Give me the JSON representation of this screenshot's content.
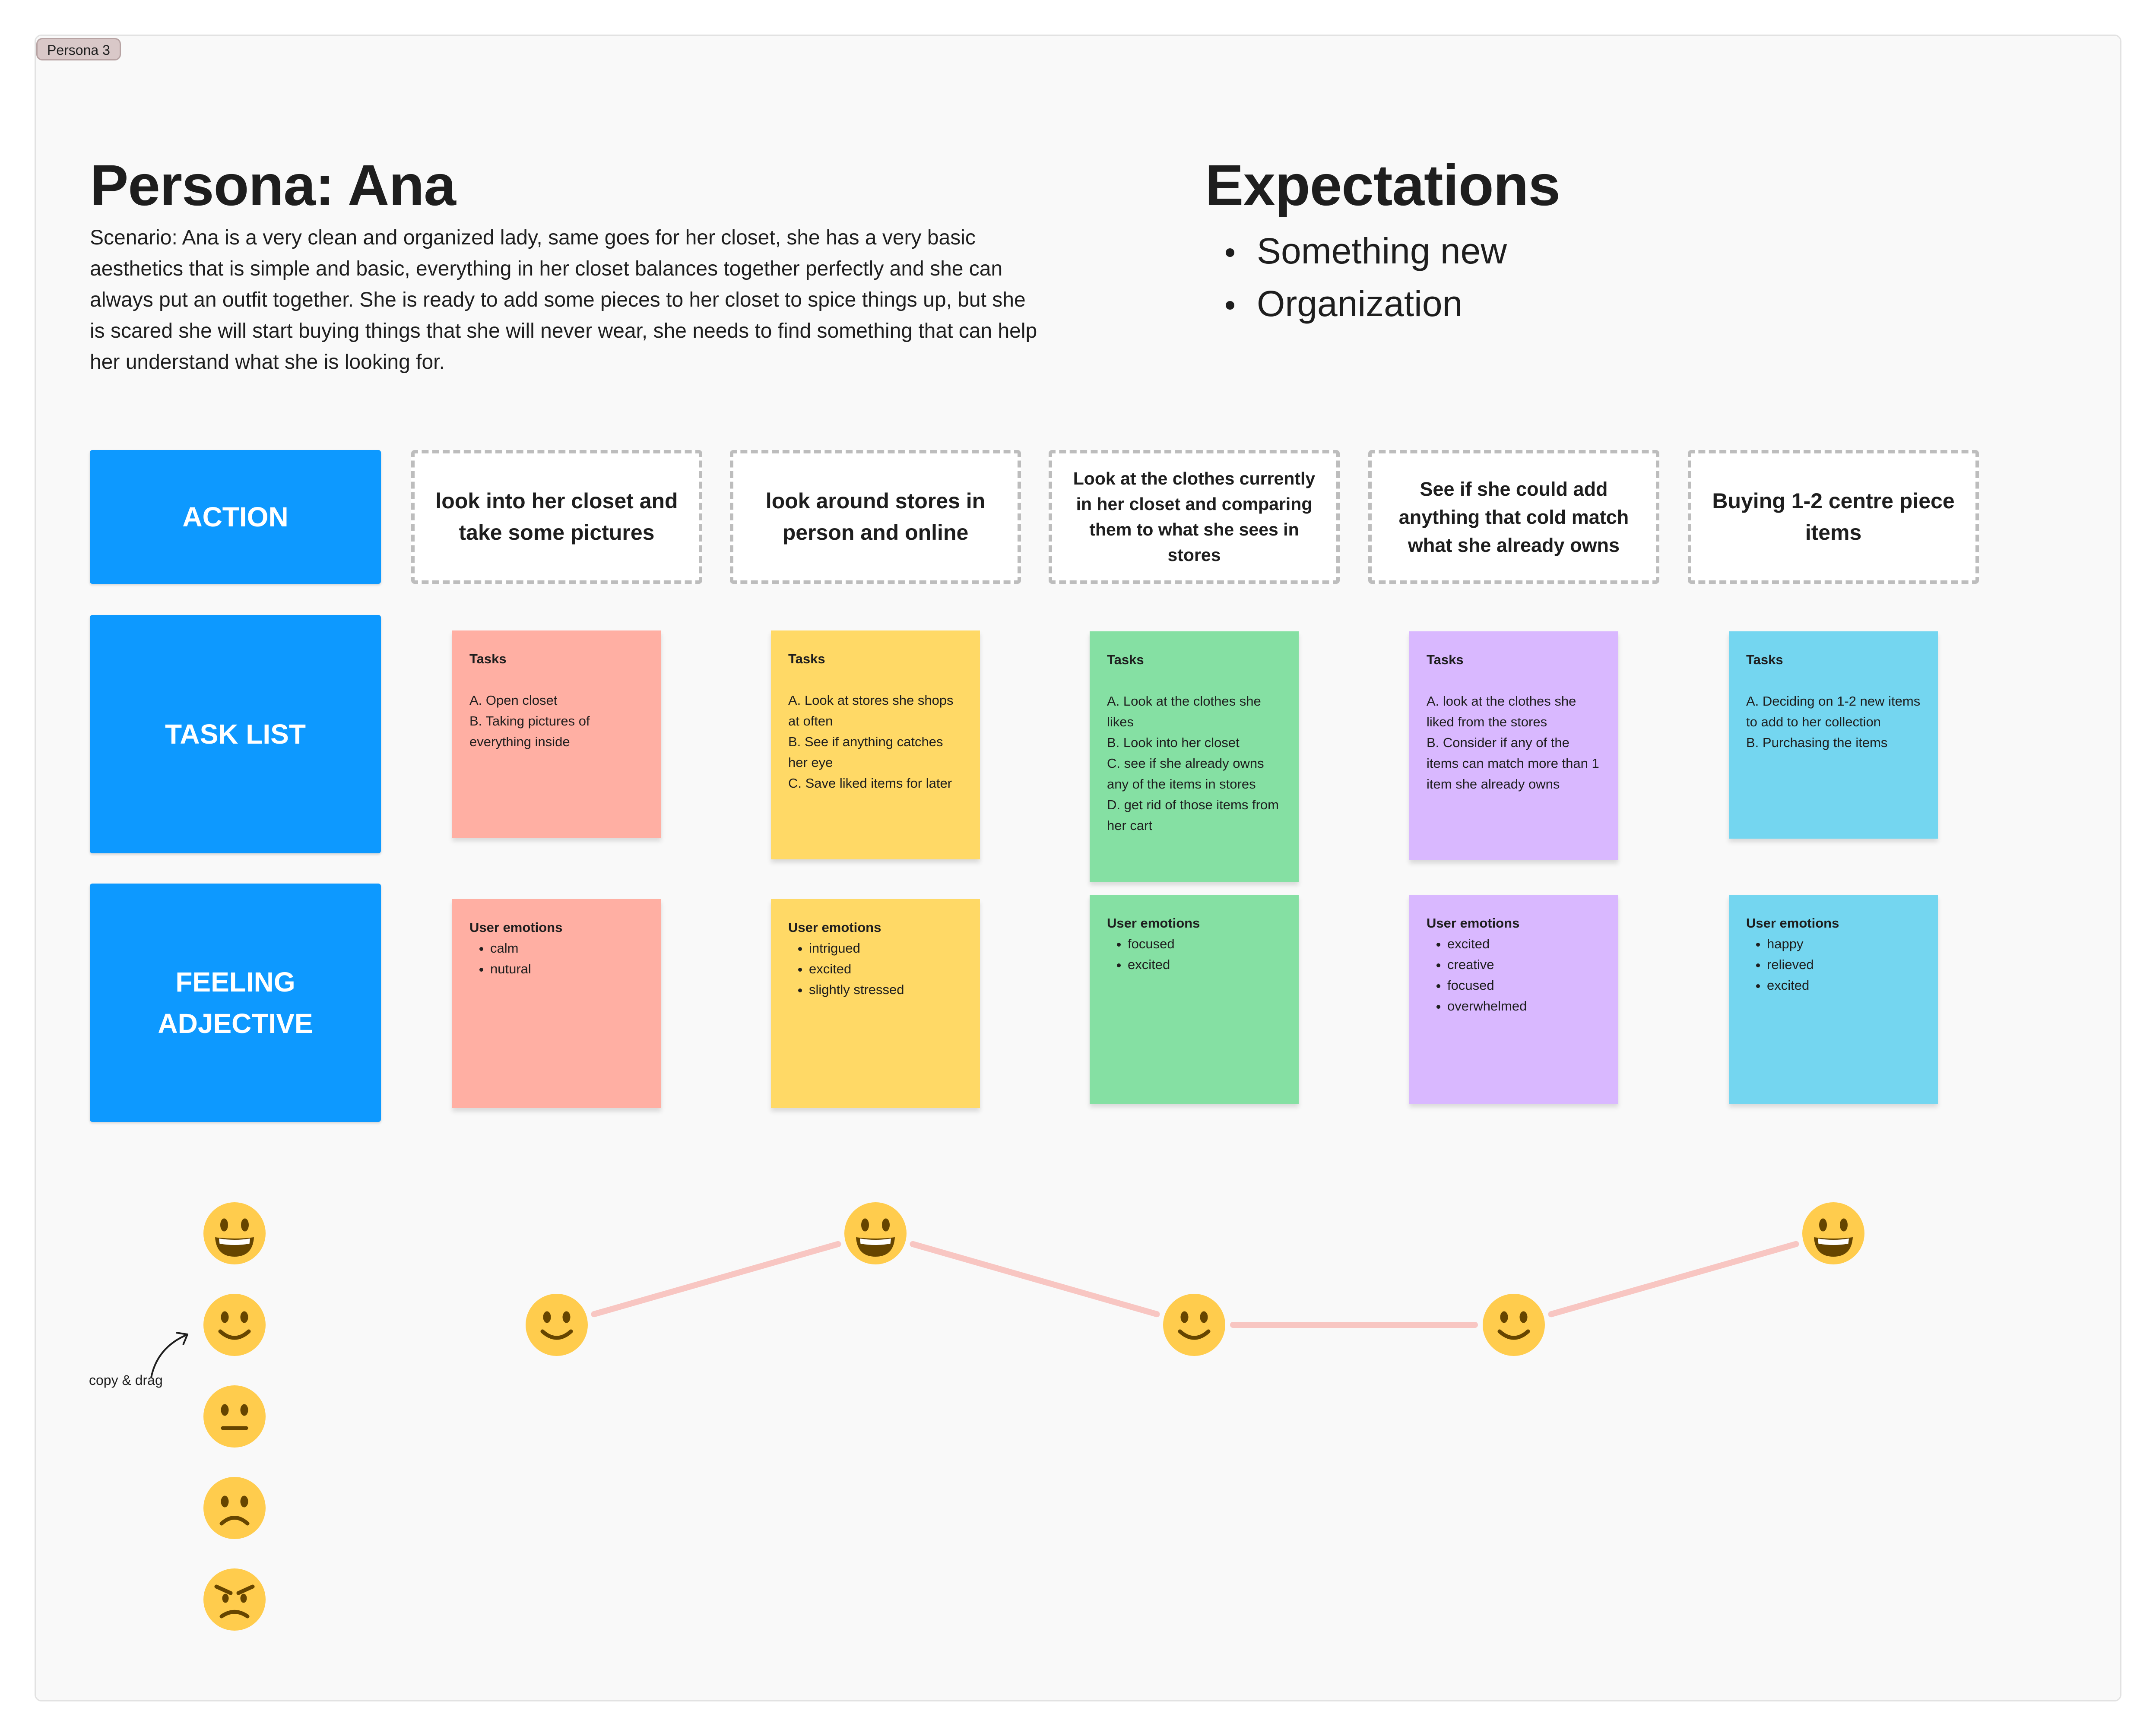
{
  "frame": {
    "label": "Persona 3"
  },
  "persona": {
    "title": "Persona: Ana",
    "scenario": "Scenario: Ana is a very clean and organized lady, same goes for her closet, she has a very basic aesthetics that is simple and basic, everything in her closet balances together perfectly and she can always put an outfit together. She is ready to add some pieces to her closet to spice things up, but she is scared she will start buying things that she will never wear, she needs to find something that can help her understand what she is looking for."
  },
  "expectations": {
    "title": "Expectations",
    "items": [
      "Something new",
      "Organization"
    ]
  },
  "rows": {
    "action": "ACTION",
    "task_list": "TASK LIST",
    "feeling": "FEELING ADJECTIVE"
  },
  "stages": [
    {
      "action": "look into her closet and take some pictures",
      "color": "#ffafa3",
      "tasks_title": "Tasks",
      "tasks": "A. Open closet\nB. Taking pictures of everything inside",
      "emotions_title": "User emotions",
      "emotions": [
        "calm",
        "nutural"
      ],
      "mood": "smile"
    },
    {
      "action": "look around stores in person and online",
      "color": "#ffd966",
      "tasks_title": "Tasks",
      "tasks": "A. Look at stores she shops at often\nB. See if anything catches her eye\nC. Save liked items for later",
      "emotions_title": "User emotions",
      "emotions": [
        "intrigued",
        "excited",
        "slightly stressed"
      ],
      "mood": "grin"
    },
    {
      "action": "Look at the clothes currently in her closet and comparing them to what she sees in stores",
      "color": "#85e0a3",
      "tasks_title": "Tasks",
      "tasks": "A. Look at the clothes she likes\nB. Look into her closet\nC. see if she already owns any of the items in stores\nD. get rid of those items from her cart",
      "emotions_title": "User emotions",
      "emotions": [
        "focused",
        "excited"
      ],
      "mood": "smile"
    },
    {
      "action": "See if she could add anything that cold match what she already owns",
      "color": "#d9b8ff",
      "tasks_title": "Tasks",
      "tasks": "A. look at the clothes she liked from the stores\nB. Consider if any of the items can match more than 1 item she already owns",
      "emotions_title": "User emotions",
      "emotions": [
        "excited",
        "creative",
        "focused",
        "overwhelmed"
      ],
      "mood": "smile"
    },
    {
      "action": "Buying 1-2 centre piece items",
      "color": "#74d6f0",
      "tasks_title": "Tasks",
      "tasks": "A. Deciding on 1-2 new items to add to her collection\nB. Purchasing the items",
      "emotions_title": "User emotions",
      "emotions": [
        "happy",
        "relieved",
        "excited"
      ],
      "mood": "grin"
    }
  ],
  "emoji_scale": [
    "grin",
    "smile",
    "neutral",
    "frown",
    "angry"
  ],
  "note": "copy & drag",
  "colors": {
    "row_label": "#0d99ff",
    "mood_line": "#f8c6c2",
    "emoji_face": "#ffcc4d",
    "emoji_features": "#664500"
  }
}
